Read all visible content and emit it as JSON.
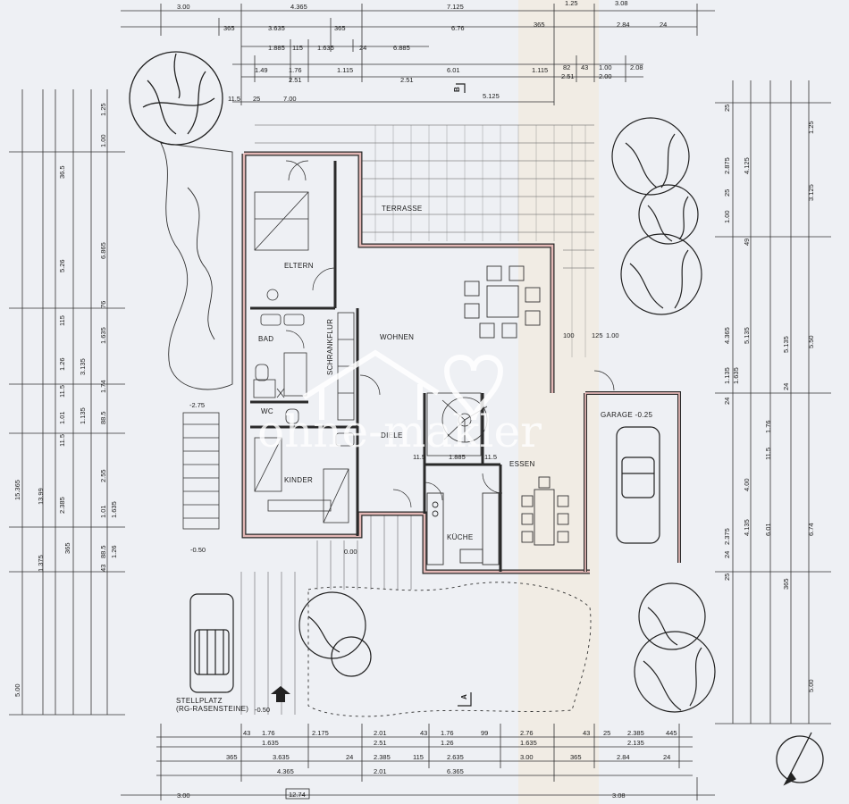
{
  "plan": {
    "rooms": {
      "terrasse": "TERRASSE",
      "eltern": "ELTERN",
      "wohnen": "WOHNEN",
      "bad": "BAD",
      "schrankflur": "SCHRANKFLUR",
      "wc": "WC",
      "diele": "DIELE",
      "kinder": "KINDER",
      "essen": "ESSEN",
      "kueche": "KÜCHE",
      "garage": "GARAGE -0.25",
      "stellplatz": "STELLPLATZ",
      "stellplatz_sub": "(RG-RASENSTEINE)"
    },
    "levels": {
      "minus_275": "-2.75",
      "minus_050_left": "-0.50",
      "minus_050_bottom": "-0.50",
      "zero": "0.00"
    },
    "section_marks": {
      "b": "B",
      "a": "A"
    },
    "watermark": "ohne-makler",
    "dims_top": {
      "r1": [
        "3.00",
        "4.365",
        "7.125",
        "1.25",
        "3.08"
      ],
      "r2": [
        "365",
        "3.635",
        "365",
        "6.76",
        "365",
        "2.84",
        "24"
      ],
      "r3": [
        "1.885",
        "115",
        "1.635",
        "24",
        "6.885"
      ],
      "r4": [
        "1.49",
        "1.76",
        "1.115",
        "6.01",
        "1.115",
        "82",
        "43",
        "1.00",
        "2.08"
      ],
      "r5": [
        "2.51",
        "2.51",
        "2.51",
        "2.00"
      ],
      "r6": [
        "11.5",
        "25",
        "7.00",
        "5.125"
      ]
    },
    "dims_bottom": {
      "r1": [
        "43",
        "1.76",
        "2.175",
        "2.01",
        "43",
        "1.76",
        "99",
        "2.76",
        "43",
        "25",
        "2.385",
        "445"
      ],
      "r2": [
        "1.635",
        "2.51",
        "1.26",
        "1.635",
        "2.135"
      ],
      "r3": [
        "365",
        "3.635",
        "24",
        "2.385",
        "115",
        "2.635",
        "3.00",
        "365",
        "2.84",
        "24"
      ],
      "r4": [
        "4.365",
        "2.01",
        "6.365"
      ],
      "r5": [
        "3.00",
        "12.74",
        "3.08"
      ]
    },
    "dims_left": [
      "1.00",
      "1.25",
      "36.5",
      "5.26",
      "6.865",
      "115",
      "1.26",
      "3.135",
      "11.5",
      "1.01",
      "1.135",
      "11.5",
      "2.385",
      "13.99",
      "15.365",
      "365",
      "1.375",
      "5.00",
      "76",
      "1.635",
      "1.74",
      "88.5",
      "2.55",
      "1.01",
      "1.635",
      "88.5",
      "43",
      "1.26"
    ],
    "dims_right": [
      "25",
      "1.25",
      "2.875",
      "4.125",
      "3.125",
      "1.00",
      "25",
      "49",
      "4.365",
      "5.135",
      "5.135",
      "5.50",
      "1.135",
      "1.635",
      "24",
      "24",
      "1.76",
      "11.5",
      "4.00",
      "2.375",
      "4.135",
      "6.01",
      "6.74",
      "25",
      "24",
      "365",
      "5.00"
    ],
    "dims_inner": [
      "100",
      "125",
      "1.00",
      "11.5",
      "1.885",
      "11.5"
    ]
  }
}
